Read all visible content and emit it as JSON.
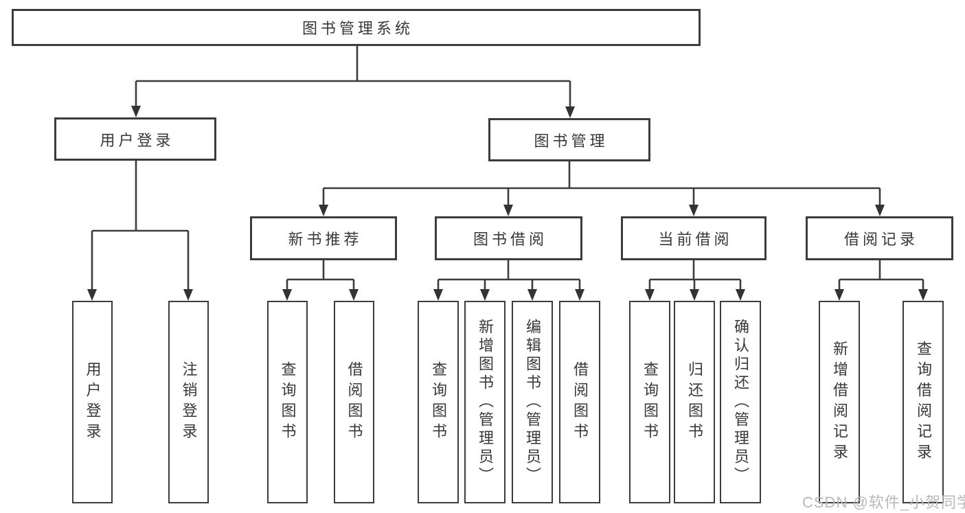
{
  "tree": {
    "root": {
      "label": "图书管理系统"
    },
    "branches": [
      {
        "label": "用户登录",
        "children": [
          {
            "label": "用户登录"
          },
          {
            "label": "注销登录"
          }
        ]
      },
      {
        "label": "图书管理",
        "sections": [
          {
            "label": "新书推荐",
            "children": [
              {
                "label": "查询图书"
              },
              {
                "label": "借阅图书"
              }
            ]
          },
          {
            "label": "图书借阅",
            "children": [
              {
                "label": "查询图书"
              },
              {
                "label": "新增图书（管理员）"
              },
              {
                "label": "编辑图书（管理员）"
              },
              {
                "label": "借阅图书"
              }
            ]
          },
          {
            "label": "当前借阅",
            "children": [
              {
                "label": "查询图书"
              },
              {
                "label": "归还图书"
              },
              {
                "label": "确认归还（管理员）"
              }
            ]
          },
          {
            "label": "借阅记录",
            "children": [
              {
                "label": "新增借阅记录"
              },
              {
                "label": "查询借阅记录"
              }
            ]
          }
        ]
      }
    ]
  },
  "watermark": {
    "text": "CSDN @软件_小贺同学"
  },
  "colors": {
    "line": "#3c3c3c",
    "text": "#383838",
    "watermark": "#b9b9b9",
    "background": "#ffffff"
  }
}
